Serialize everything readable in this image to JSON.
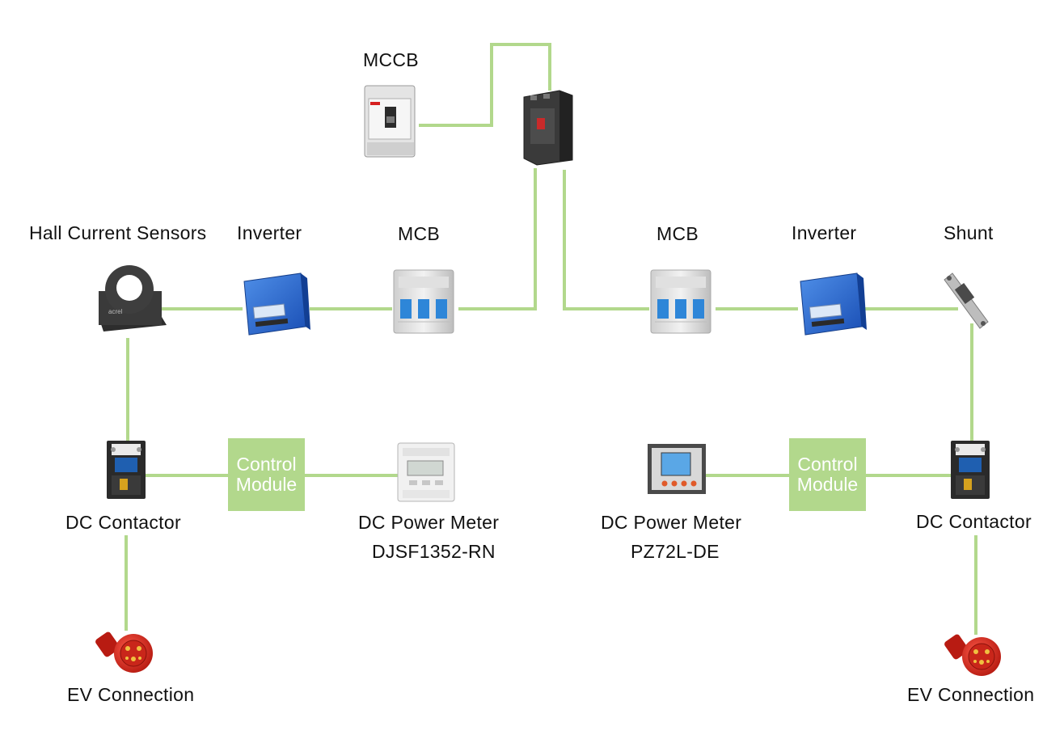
{
  "colors": {
    "wire": "#b2d88c",
    "control_box": "#b2d88c",
    "text": "#111111"
  },
  "labels": {
    "mccb": "MCCB",
    "hall": "Hall Current Sensors",
    "inverter_left": "Inverter",
    "mcb_left": "MCB",
    "mcb_right": "MCB",
    "inverter_right": "Inverter",
    "shunt": "Shunt",
    "dc_contactor_left": "DC Contactor",
    "dc_contactor_right": "DC Contactor",
    "meter_left_name": "DC Power Meter",
    "meter_left_model": "DJSF1352-RN",
    "meter_right_name": "DC Power Meter",
    "meter_right_model": "PZ72L-DE",
    "ev_left": "EV Connection",
    "ev_right": "EV Connection"
  },
  "control_left": {
    "line1": "Control",
    "line2": "Module"
  },
  "control_right": {
    "line1": "Control",
    "line2": "Module"
  },
  "icons": [
    "mccb-icon",
    "hall-sensor-icon",
    "inverter-icon",
    "mcb-icon",
    "shunt-icon",
    "dc-contactor-icon",
    "dc-power-meter-icon",
    "panel-meter-icon",
    "ev-plug-icon"
  ]
}
